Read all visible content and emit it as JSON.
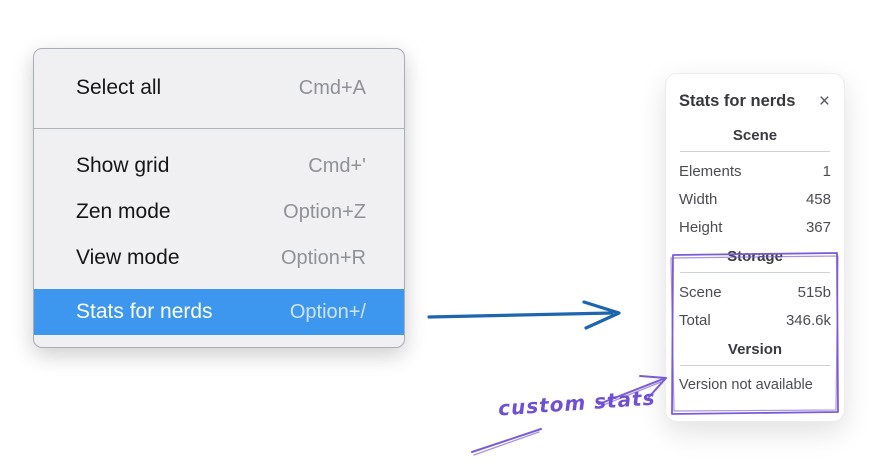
{
  "menu": {
    "groups": [
      {
        "items": [
          {
            "label": "Select all",
            "shortcut": "Cmd+A",
            "selected": false
          }
        ]
      },
      {
        "items": [
          {
            "label": "Show grid",
            "shortcut": "Cmd+'",
            "selected": false
          },
          {
            "label": "Zen mode",
            "shortcut": "Option+Z",
            "selected": false
          },
          {
            "label": "View mode",
            "shortcut": "Option+R",
            "selected": false
          },
          {
            "label": "Stats for nerds",
            "shortcut": "Option+/",
            "selected": true
          }
        ]
      }
    ],
    "colors": {
      "highlight": "#3d97ee",
      "background": "#f0f0f2"
    }
  },
  "stats_panel": {
    "title": "Stats for nerds",
    "close_icon": "×",
    "sections": [
      {
        "header": "Scene",
        "rows": [
          {
            "label": "Elements",
            "value": "1"
          },
          {
            "label": "Width",
            "value": "458"
          },
          {
            "label": "Height",
            "value": "367"
          }
        ]
      },
      {
        "header": "Storage",
        "rows": [
          {
            "label": "Scene",
            "value": "515b"
          },
          {
            "label": "Total",
            "value": "346.6k"
          }
        ]
      },
      {
        "header": "Version",
        "note": "Version not available"
      }
    ]
  },
  "annotation": {
    "label": "custom stats",
    "color": "#6f4fd4"
  },
  "colors": {
    "arrow_blue": "#1d66ae",
    "annotation_purple": "#7a5cd6"
  }
}
